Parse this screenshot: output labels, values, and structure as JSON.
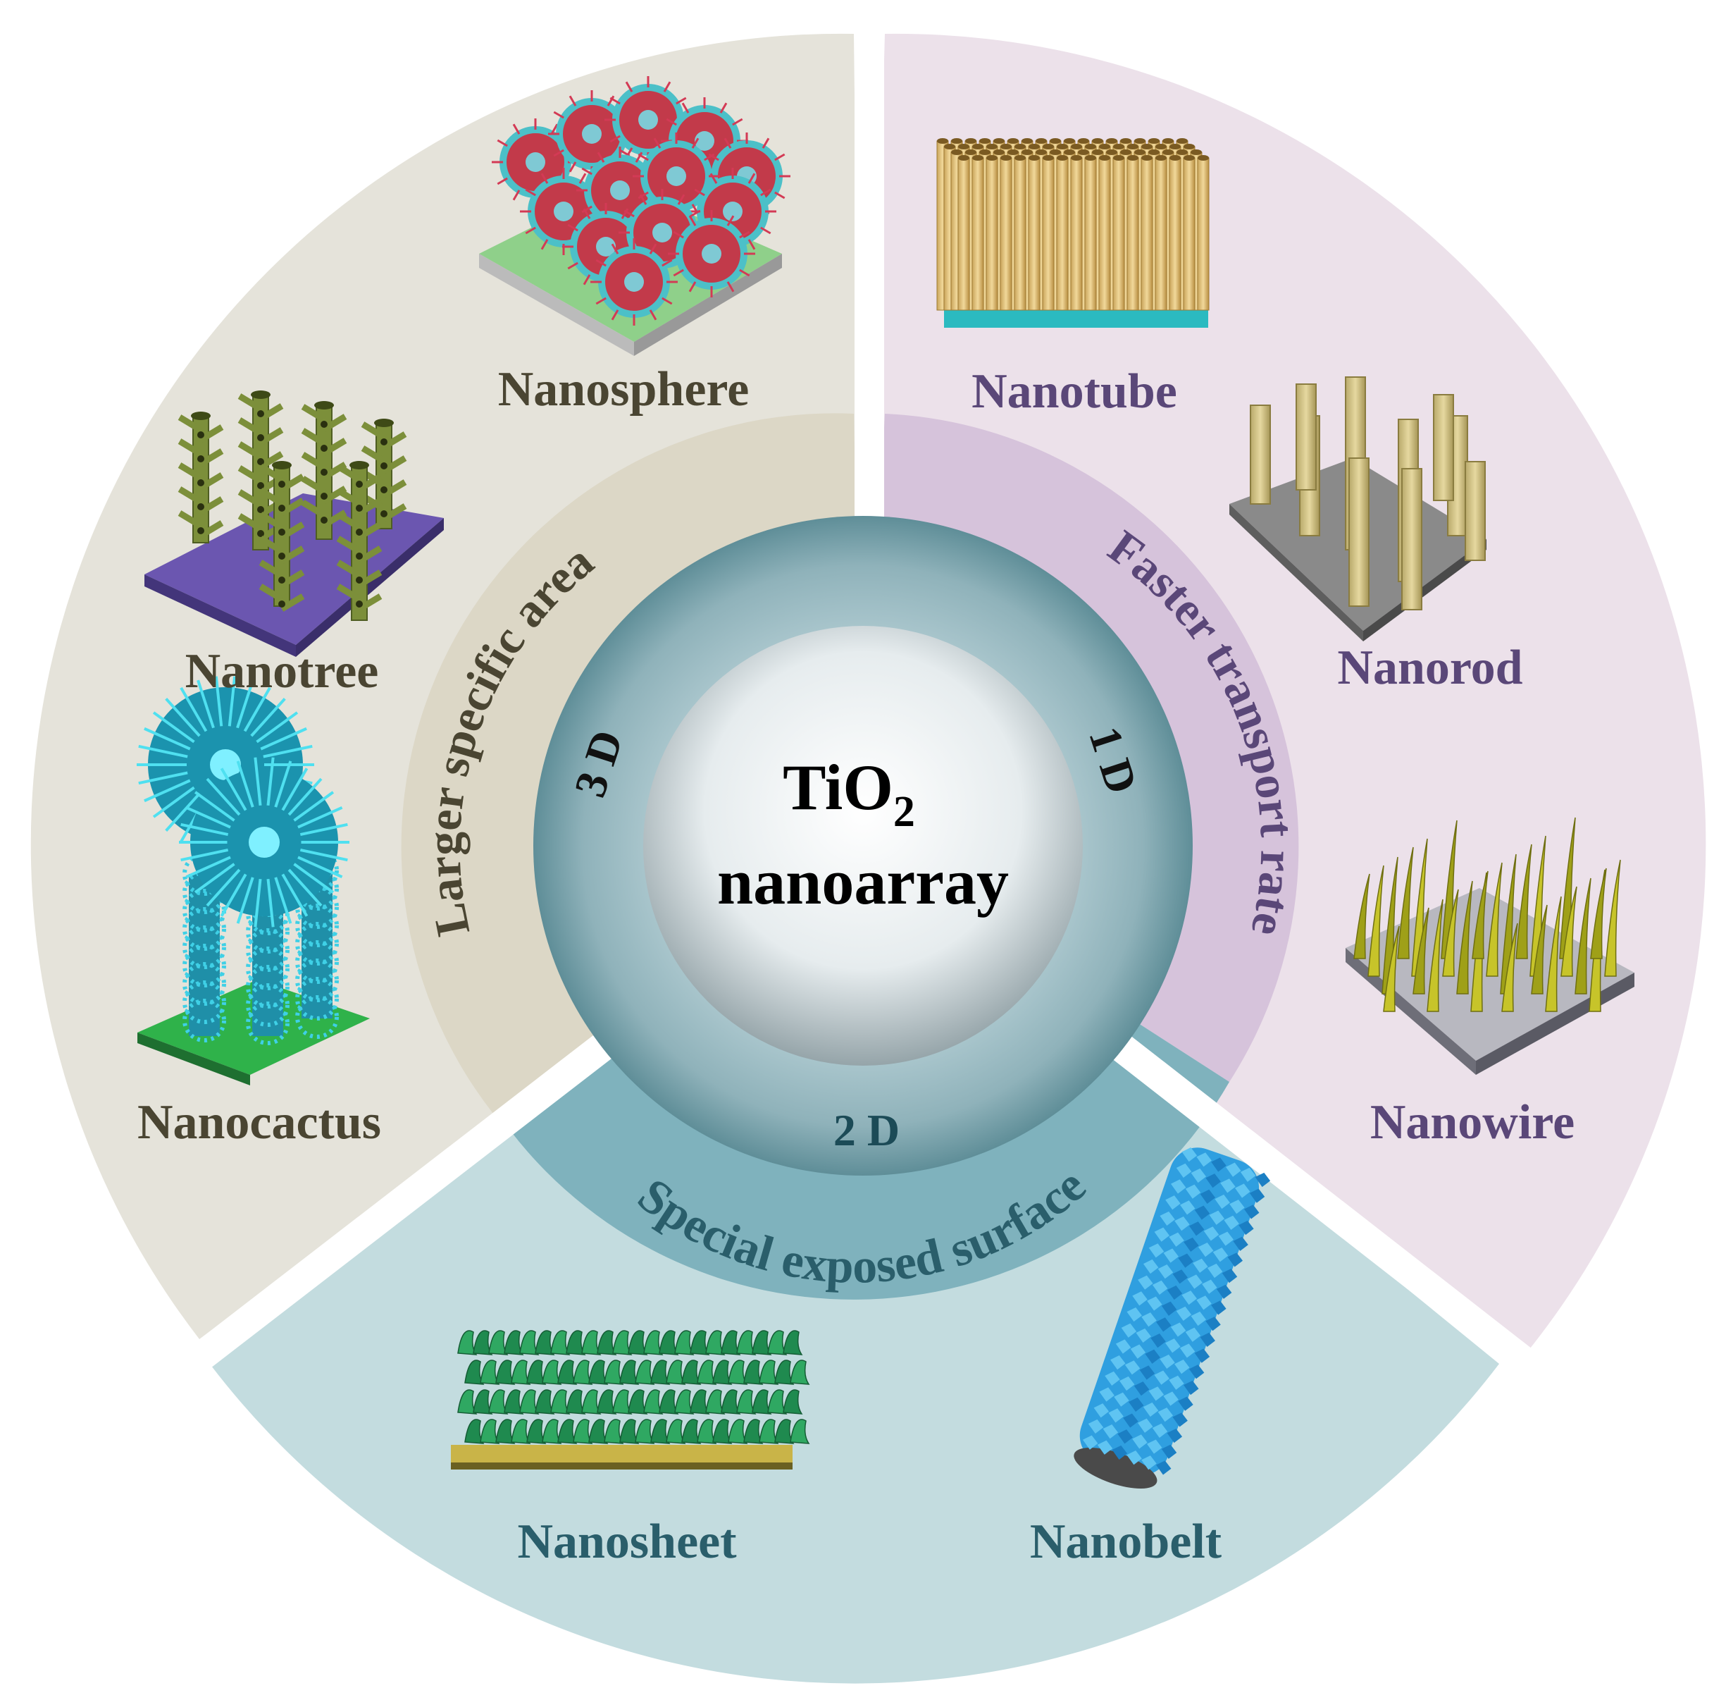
{
  "center": {
    "line1": "TiO",
    "subscript": "2",
    "line2": "nanoarray"
  },
  "dimensions": {
    "d3": "3 D",
    "d1": "1 D",
    "d2": "2 D"
  },
  "properties": {
    "d3": "Larger specific area",
    "d1": "Faster transport rate",
    "d2": "Special exposed surface"
  },
  "structures": {
    "nanosphere": "Nanosphere",
    "nanotree": "Nanotree",
    "nanocactus": "Nanocactus",
    "nanotube": "Nanotube",
    "nanorod": "Nanorod",
    "nanowire": "Nanowire",
    "nanosheet": "Nanosheet",
    "nanobelt": "Nanobelt"
  },
  "colors": {
    "sector_3d": "#e5e3da",
    "sector_1d": "#ece1ea",
    "sector_2d": "#c3dcdf",
    "ring_3d": "#dcd7c6",
    "ring_1d": "#d6c3db",
    "ring_2d": "#7fb2bd",
    "dim_ring": "#8fb2ba",
    "core": "#f4f7f8"
  }
}
